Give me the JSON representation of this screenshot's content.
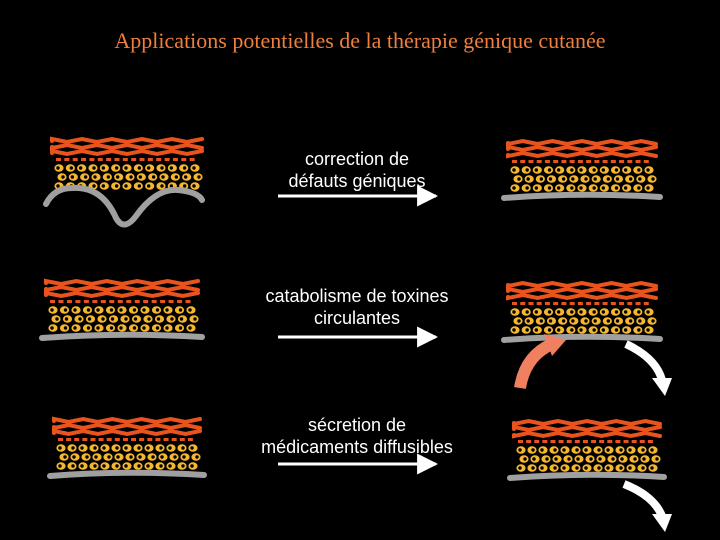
{
  "title": "Applications potentielles de la thérapie génique cutanée",
  "colors": {
    "title": "#f07f3c",
    "background": "#000000",
    "keratinocyte_layer": "#e8531e",
    "basal_cells": "#f5b630",
    "basement_membrane": "#a0a0a0",
    "arrow": "#ffffff",
    "uptake_arrow": "#f08060"
  },
  "rows": [
    {
      "line1": "correction de",
      "line2": "défauts géniques"
    },
    {
      "line1": "catabolisme de toxines",
      "line2": "circulantes"
    },
    {
      "line1": "sécretion de",
      "line2": "médicaments diffusibles"
    }
  ]
}
